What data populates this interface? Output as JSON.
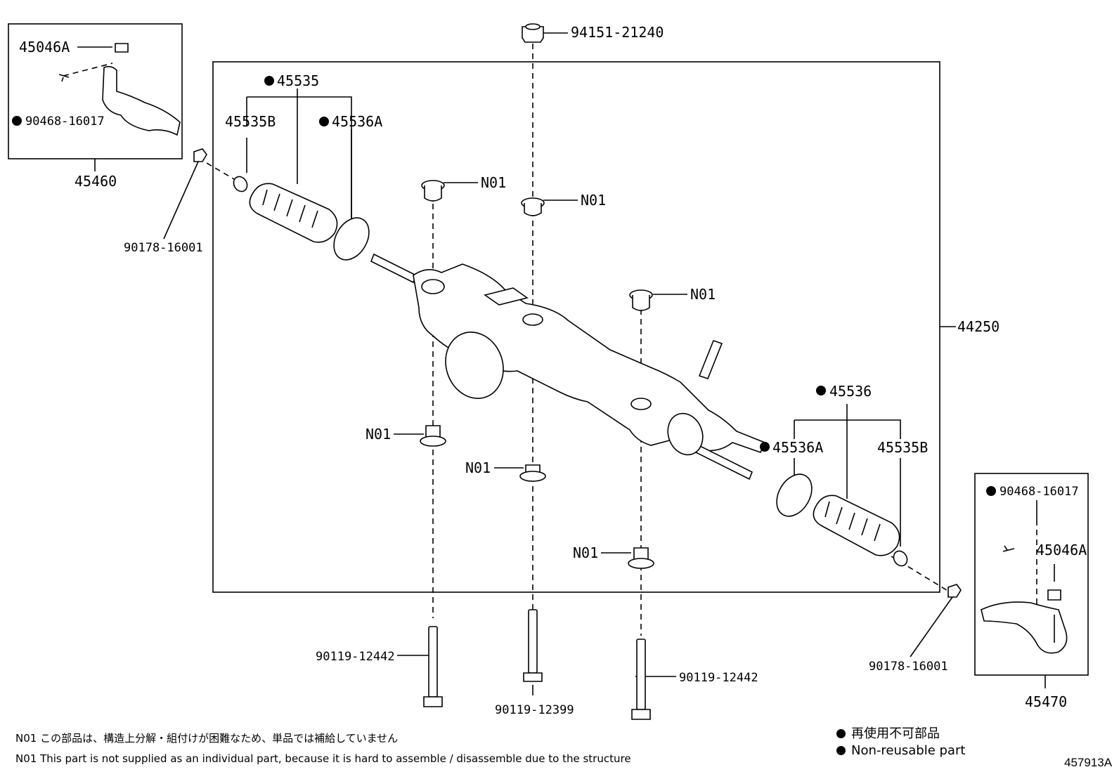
{
  "diagram_id": "457913A",
  "parts": {
    "nut_top": "94151-21240",
    "rack_assembly": "44250",
    "boot_kit_left": "45535",
    "clamp_left": "45535B",
    "band_left": "45536A",
    "boot_kit_right": "45536",
    "band_right": "45536A",
    "clamp_right": "45535B",
    "tie_rod_end_left": "45460",
    "tie_rod_end_right": "45470",
    "nut_left": "45046A",
    "nut_right": "45046A",
    "cotter_pin_left": "90468-16017",
    "cotter_pin_right": "90468-16017",
    "lock_nut_left": "90178-16001",
    "lock_nut_right": "90178-16001",
    "bolt_left": "90119-12442",
    "bolt_center": "90119-12399",
    "bolt_right": "90119-12442",
    "n01": "N01"
  },
  "notes": {
    "jp": "N01 この部品は、構造上分解・組付けが困難なため、単品では補給していません",
    "en": "N01 This part is not supplied as an individual part, because it is hard to assemble / disassemble due to the structure"
  },
  "legend": {
    "jp": "再使用不可部品",
    "en": "Non-reusable part"
  }
}
